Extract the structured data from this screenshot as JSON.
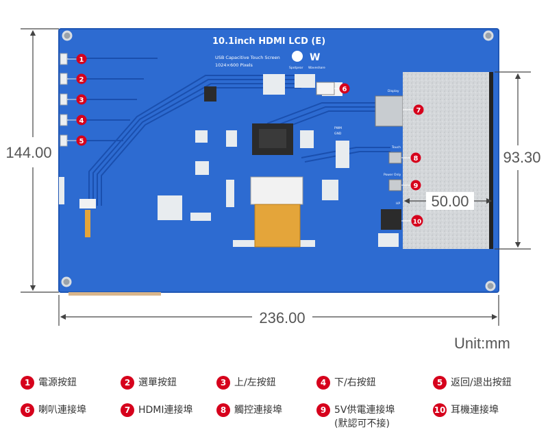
{
  "board": {
    "title": "10.1inch HDMI LCD (E)",
    "subtitle1": "USB Capacitive Touch Screen",
    "subtitle2": "1024×600 Pixels",
    "brand1": "Spotpear",
    "brand2": "Waveshare",
    "label_display": "Display",
    "label_touch": "Touch",
    "label_power": "Power Only",
    "label_hp": "HP",
    "label_pwm": "PWM",
    "label_gnd": "GND",
    "colors": {
      "pcb": "#2d6bd1",
      "pcb_edge": "#1f56b4",
      "accent": "#d6001c",
      "flex": "#e4a53a"
    }
  },
  "dimensions": {
    "height_total": "144.00",
    "width_total": "236.00",
    "height_inner": "93.30",
    "width_inner": "50.00",
    "unit": "Unit:mm"
  },
  "legend": [
    {
      "num": "1",
      "text": "電源按鈕"
    },
    {
      "num": "2",
      "text": "選單按鈕"
    },
    {
      "num": "3",
      "text": "上/左按鈕"
    },
    {
      "num": "4",
      "text": "下/右按鈕"
    },
    {
      "num": "5",
      "text": "返回/退出按鈕"
    },
    {
      "num": "6",
      "text": "喇叭連接埠"
    },
    {
      "num": "7",
      "text": "HDMI連接埠"
    },
    {
      "num": "8",
      "text": "觸控連接埠"
    },
    {
      "num": "9",
      "text": "5V供電連接埠\n(默認可不接)"
    },
    {
      "num": "10",
      "text": "耳機連接埠"
    }
  ],
  "callouts": [
    "1",
    "2",
    "3",
    "4",
    "5",
    "6",
    "7",
    "8",
    "9",
    "10"
  ]
}
